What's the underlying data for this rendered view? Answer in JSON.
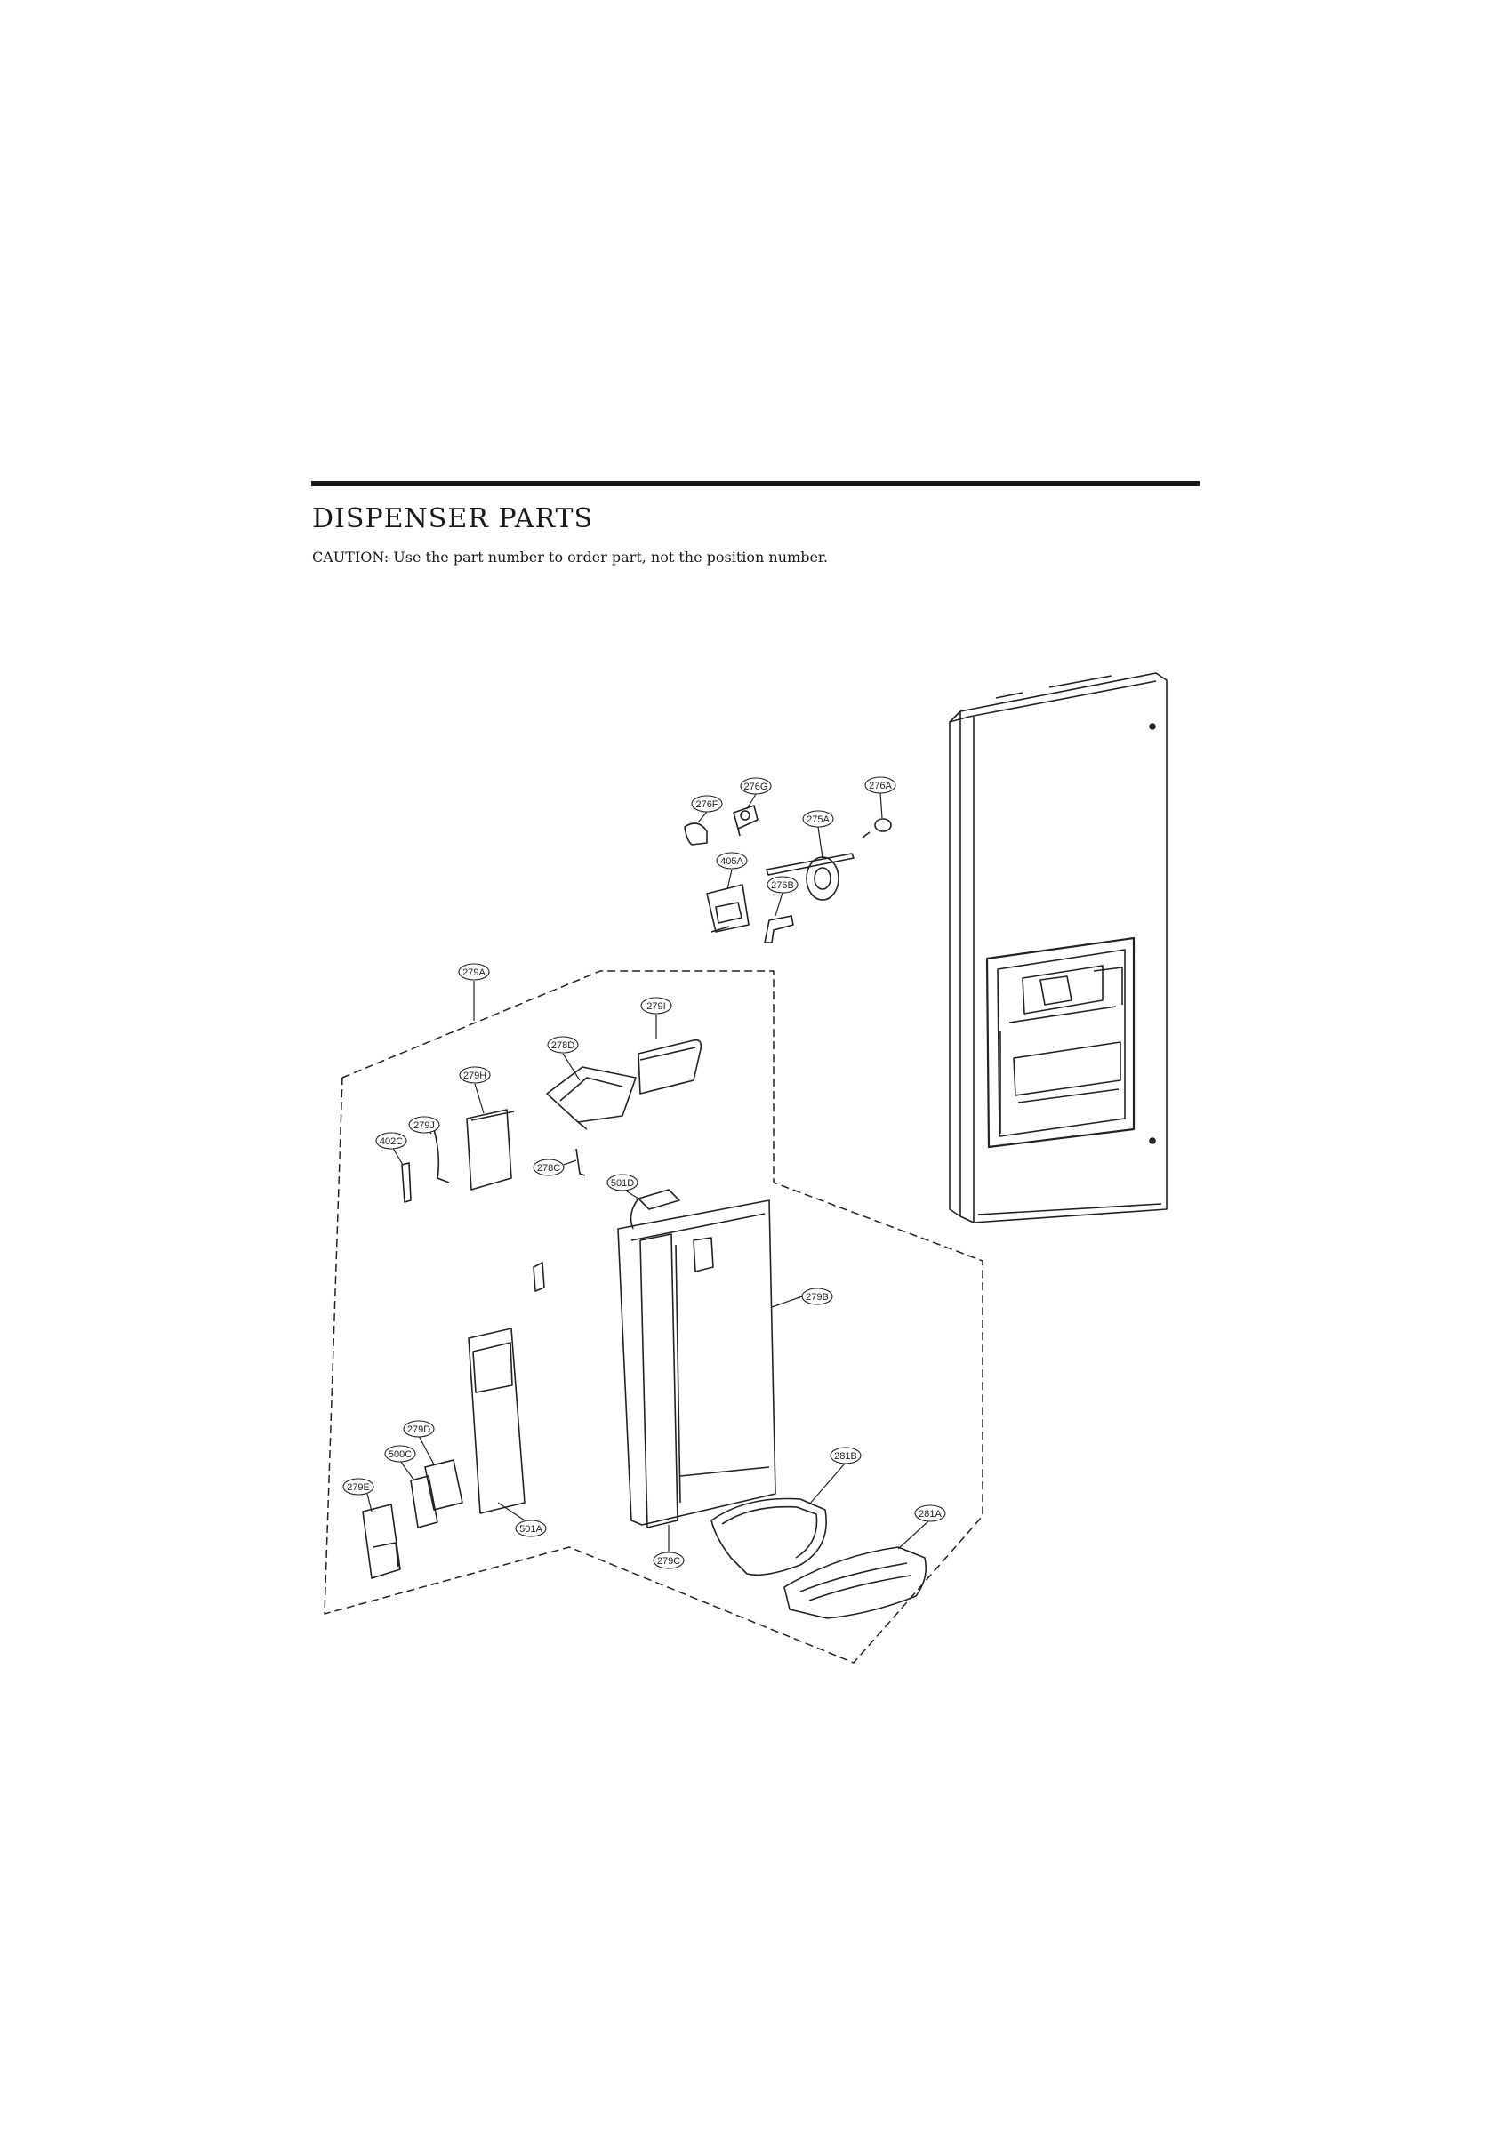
{
  "header": {
    "title": "DISPENSER PARTS",
    "caution": "CAUTION: Use the part number to order part, not the position number."
  },
  "callouts": [
    "276G",
    "276F",
    "276A",
    "275A",
    "405A",
    "276B",
    "279A",
    "279I",
    "278D",
    "279H",
    "279J",
    "402C",
    "278C",
    "501D",
    "279B",
    "279D",
    "500C",
    "279E",
    "501A",
    "279C",
    "281B",
    "281A"
  ]
}
